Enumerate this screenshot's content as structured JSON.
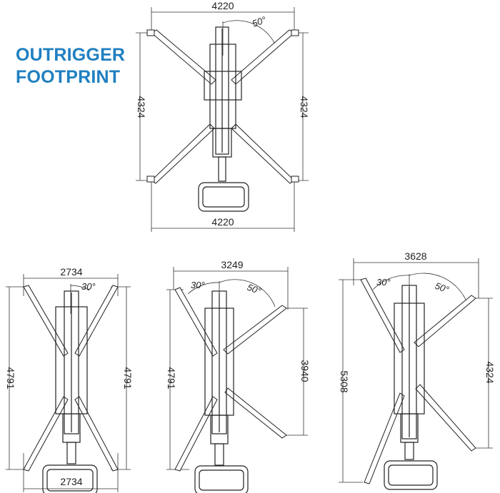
{
  "title": {
    "line1": "OUTRIGGER",
    "line2": "FOOTPRINT"
  },
  "colors": {
    "title": "#1f7fc1",
    "lines": "#222222"
  },
  "diagrams": [
    {
      "name": "top",
      "width_top": "4220",
      "width_bottom": "4220",
      "height_left": "4324",
      "height_right": "4324",
      "angle_right": "50°"
    },
    {
      "name": "bottom-left",
      "width_top": "2734",
      "width_bottom": "2734",
      "height_left": "4791",
      "height_right": "4791",
      "angle_right": "30°"
    },
    {
      "name": "bottom-middle",
      "width_top": "3249",
      "height_left": "4791",
      "height_right": "3940",
      "angle_left": "30°",
      "angle_right": "50°"
    },
    {
      "name": "bottom-right",
      "width_top": "3628",
      "height_left": "5308",
      "height_right": "4324",
      "angle_left": "30°",
      "angle_right": "50°"
    }
  ]
}
